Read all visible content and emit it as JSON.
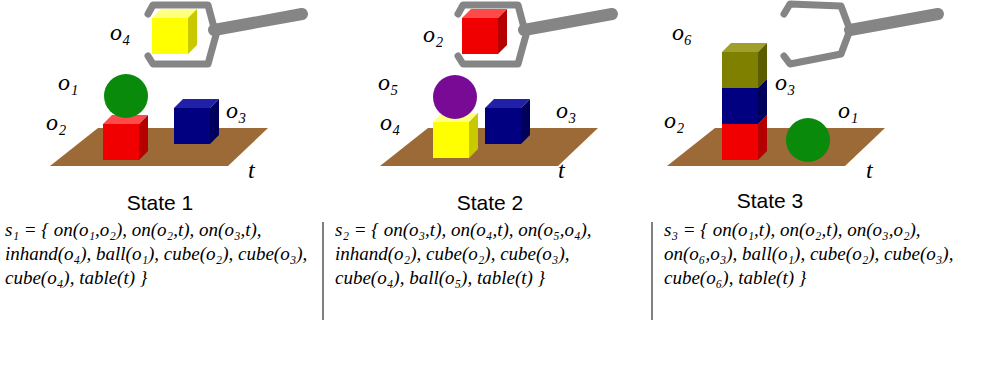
{
  "diagram": {
    "labels": [
      "o₄",
      "o₁",
      "o₂",
      "o₃",
      "t",
      "State 1",
      "s₁ = { on(o₁,o₂), on(o₂,t), on(o₃,t), inhand(o₄), ball(o₁), cube(o₂), cube(o₃), cube(o₄), table(t) }",
      "o₂",
      "o₅",
      "o₄",
      "o₃",
      "t",
      "State 2",
      "s₂ = { on(o₃,t), on(o₄,t), on(o₅,o₄), inhand(o₂), cube(o₂), cube(o₃), cube(o₄), ball(o₅), table(t) }",
      "o₆",
      "o₃",
      "o₂",
      "o₁",
      "t",
      "State 3",
      "s₃ = { on(o₁,t), on(o₂,t), on(o₃,o₂), on(o₆,o₃), ball(o₁), cube(o₂), cube(o₃), cube(o₆), table(t) }"
    ]
  }
}
